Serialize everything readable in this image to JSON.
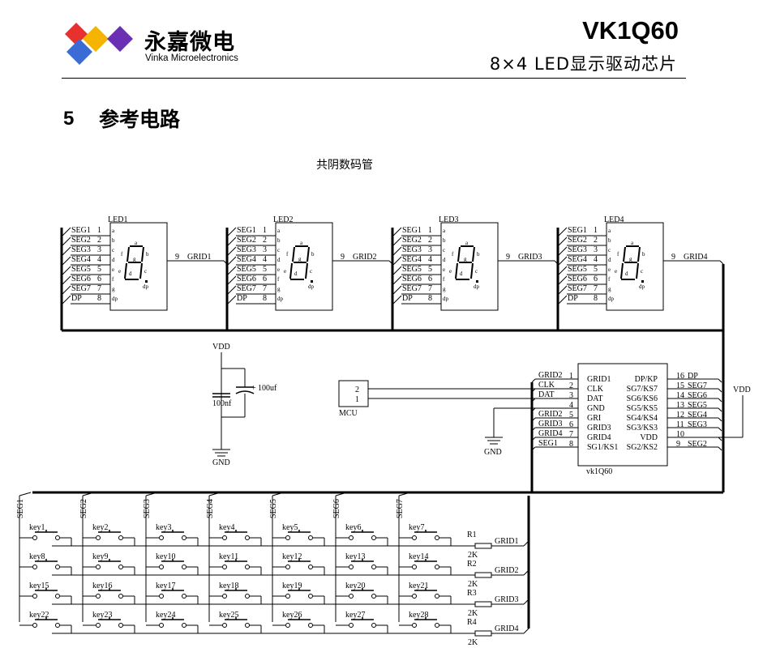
{
  "header": {
    "logo_cn": "永嘉微电",
    "logo_en": "Vinka Microelectronics",
    "logo_colors": [
      "#e8312f",
      "#f4b400",
      "#3b6cd6",
      "#6a2fb2"
    ],
    "title": "VK1Q60",
    "subtitle": "8×4  LED显示驱动芯片"
  },
  "section": {
    "number": "5",
    "title": "参考电路"
  },
  "figure": {
    "caption": "共阴数码管",
    "leds": [
      {
        "name": "LED1",
        "grid": "GRID1"
      },
      {
        "name": "LED2",
        "grid": "GRID2"
      },
      {
        "name": "LED3",
        "grid": "GRID3"
      },
      {
        "name": "LED4",
        "grid": "GRID4"
      }
    ],
    "led_pins": [
      {
        "net": "SEG1",
        "num": "1",
        "seg": "a"
      },
      {
        "net": "SEG2",
        "num": "2",
        "seg": "b"
      },
      {
        "net": "SEG3",
        "num": "3",
        "seg": "c"
      },
      {
        "net": "SEG4",
        "num": "4",
        "seg": "d"
      },
      {
        "net": "SEG5",
        "num": "5",
        "seg": "e"
      },
      {
        "net": "SEG6",
        "num": "6",
        "seg": "f"
      },
      {
        "net": "SEG7",
        "num": "7",
        "seg": "g"
      },
      {
        "net": "DP",
        "num": "8",
        "seg": "dp"
      }
    ],
    "led_grid_pin": "9",
    "digit_labels": [
      "a",
      "b",
      "f",
      "g",
      "e",
      "c",
      "d",
      "dp"
    ],
    "power": {
      "vdd": "VDD",
      "gnd": "GND",
      "cap1": "100nf",
      "cap2": "100uf",
      "cap2_polarity": "+"
    },
    "mcu": {
      "label": "MCU",
      "pins": [
        "2",
        "1"
      ]
    },
    "chip": {
      "name": "vk1Q60",
      "left_pins": [
        {
          "net": "GRID2",
          "num": "1",
          "pin": "GRID1"
        },
        {
          "net": "CLK",
          "num": "2",
          "pin": "CLK"
        },
        {
          "net": "DAT",
          "num": "3",
          "pin": "DAT"
        },
        {
          "net": "",
          "num": "4",
          "pin": "GND"
        },
        {
          "net": "GRID2",
          "num": "5",
          "pin": "GRI"
        },
        {
          "net": "GRID3",
          "num": "6",
          "pin": "GRID3"
        },
        {
          "net": "GRID4",
          "num": "7",
          "pin": "GRID4"
        },
        {
          "net": "SEG1",
          "num": "8",
          "pin": "SG1/KS1"
        }
      ],
      "right_pins": [
        {
          "num": "16",
          "net": "DP",
          "pin": "DP/KP"
        },
        {
          "num": "15",
          "net": "SEG7",
          "pin": "SG7/KS7"
        },
        {
          "num": "14",
          "net": "SEG6",
          "pin": "SG6/KS6"
        },
        {
          "num": "13",
          "net": "SEG5",
          "pin": "SG5/KS5"
        },
        {
          "num": "12",
          "net": "SEG4",
          "pin": "SG4/KS4"
        },
        {
          "num": "11",
          "net": "SEG3",
          "pin": "SG3/KS3"
        },
        {
          "num": "10",
          "net": "",
          "pin": "VDD"
        },
        {
          "num": "9",
          "net": "SEG2",
          "pin": "SG2/KS2"
        }
      ],
      "vdd_label": "VDD",
      "gnd_label": "GND"
    },
    "key_columns": [
      "SEG1",
      "SEG2",
      "SEG3",
      "SEG4",
      "SEG5",
      "SEG6",
      "SEG7"
    ],
    "key_rows": [
      {
        "keys": [
          "key1",
          "key2",
          "key3",
          "key4",
          "key5",
          "key6",
          "key7"
        ],
        "resistor": "R1",
        "value": "2K",
        "grid": "GRID1"
      },
      {
        "keys": [
          "key8",
          "key9",
          "key10",
          "key11",
          "key12",
          "key13",
          "key14"
        ],
        "resistor": "R2",
        "value": "2K",
        "grid": "GRID2"
      },
      {
        "keys": [
          "key15",
          "key16",
          "key17",
          "key18",
          "key19",
          "key20",
          "key21"
        ],
        "resistor": "R3",
        "value": "2K",
        "grid": "GRID3"
      },
      {
        "keys": [
          "key22",
          "key23",
          "key24",
          "key25",
          "key26",
          "key27",
          "key28"
        ],
        "resistor": "R4",
        "value": "2K",
        "grid": "GRID4"
      }
    ]
  }
}
